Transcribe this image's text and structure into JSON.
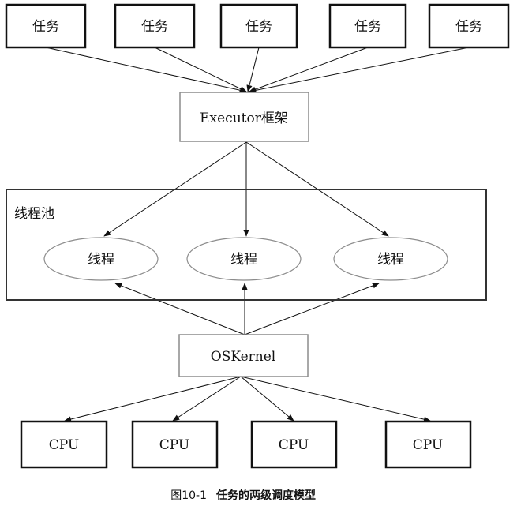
{
  "tasks": [
    "任务",
    "任务",
    "任务",
    "任务",
    "任务"
  ],
  "executor": "Executor框架",
  "pool": {
    "label": "线程池",
    "threads": [
      "线程",
      "线程",
      "线程"
    ]
  },
  "kernel": "OSKernel",
  "cpus": [
    "CPU",
    "CPU",
    "CPU",
    "CPU"
  ],
  "caption": {
    "number": "图10-1",
    "title": "任务的两级调度模型"
  }
}
